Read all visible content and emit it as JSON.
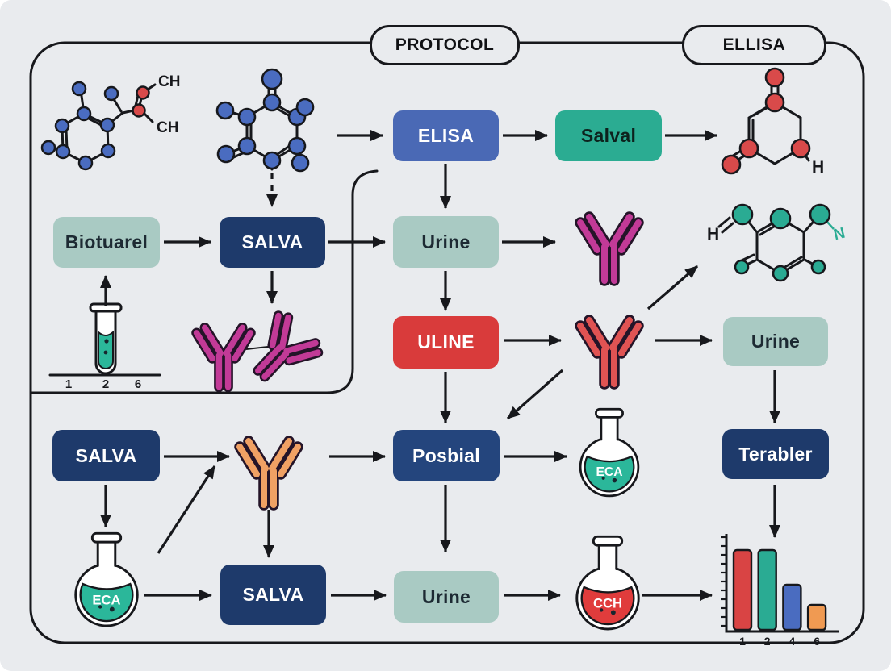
{
  "title_pills": {
    "protocol": "PROTOCOL",
    "ellisa": "ELLISA"
  },
  "boxes": {
    "elisa": "ELISA",
    "salval": "Salval",
    "biotuarel": "Biotuarel",
    "salva_top": "SALVA",
    "urine_center_top": "Urine",
    "uline": "ULINE",
    "urine_right": "Urine",
    "salva_left": "SALVA",
    "posbial": "Posbial",
    "terabler": "Terabler",
    "salva_bottom": "SALVA",
    "urine_bottom": "Urine"
  },
  "flasks": {
    "eca_mid": "ECA",
    "eca_left": "ECA",
    "cch": "CCH"
  },
  "molecule_labels": {
    "ch_top": "CH",
    "ch_bottom": "CH",
    "h_red": "H",
    "h_teal": "H",
    "n_teal": "N"
  },
  "test_tube": {
    "axis_labels": [
      "1",
      "2",
      "6"
    ]
  },
  "bar_chart": {
    "type": "bar",
    "categories": [
      "1",
      "2",
      "4",
      "6"
    ],
    "values": [
      99,
      99,
      56,
      31
    ],
    "value_unit": "relative height (px, est. from image)",
    "colors": [
      "#d94444",
      "#2aab93",
      "#4a6cc0",
      "#f09a52"
    ],
    "title": "",
    "xlabel": "",
    "ylabel": "",
    "axis": {
      "y_ticks": 11,
      "grid": false,
      "legend": "none"
    }
  },
  "palette": {
    "background": "#e9ebee",
    "line": "#17181c",
    "blue_box": "#4a69b5",
    "teal_box": "#2bac92",
    "sage_box": "#a9cac3",
    "navy_box": "#1e3a6b",
    "red_box": "#d93b3b",
    "magenta_antibody": "#c23a97",
    "red_antibody": "#e05353",
    "orange_antibody": "#f0a164",
    "teal_liquid": "#2bb79a",
    "red_liquid": "#e03c3c",
    "blue_atom": "#4a6cc0",
    "red_atom": "#d94a4a",
    "teal_atom": "#2aab93"
  }
}
